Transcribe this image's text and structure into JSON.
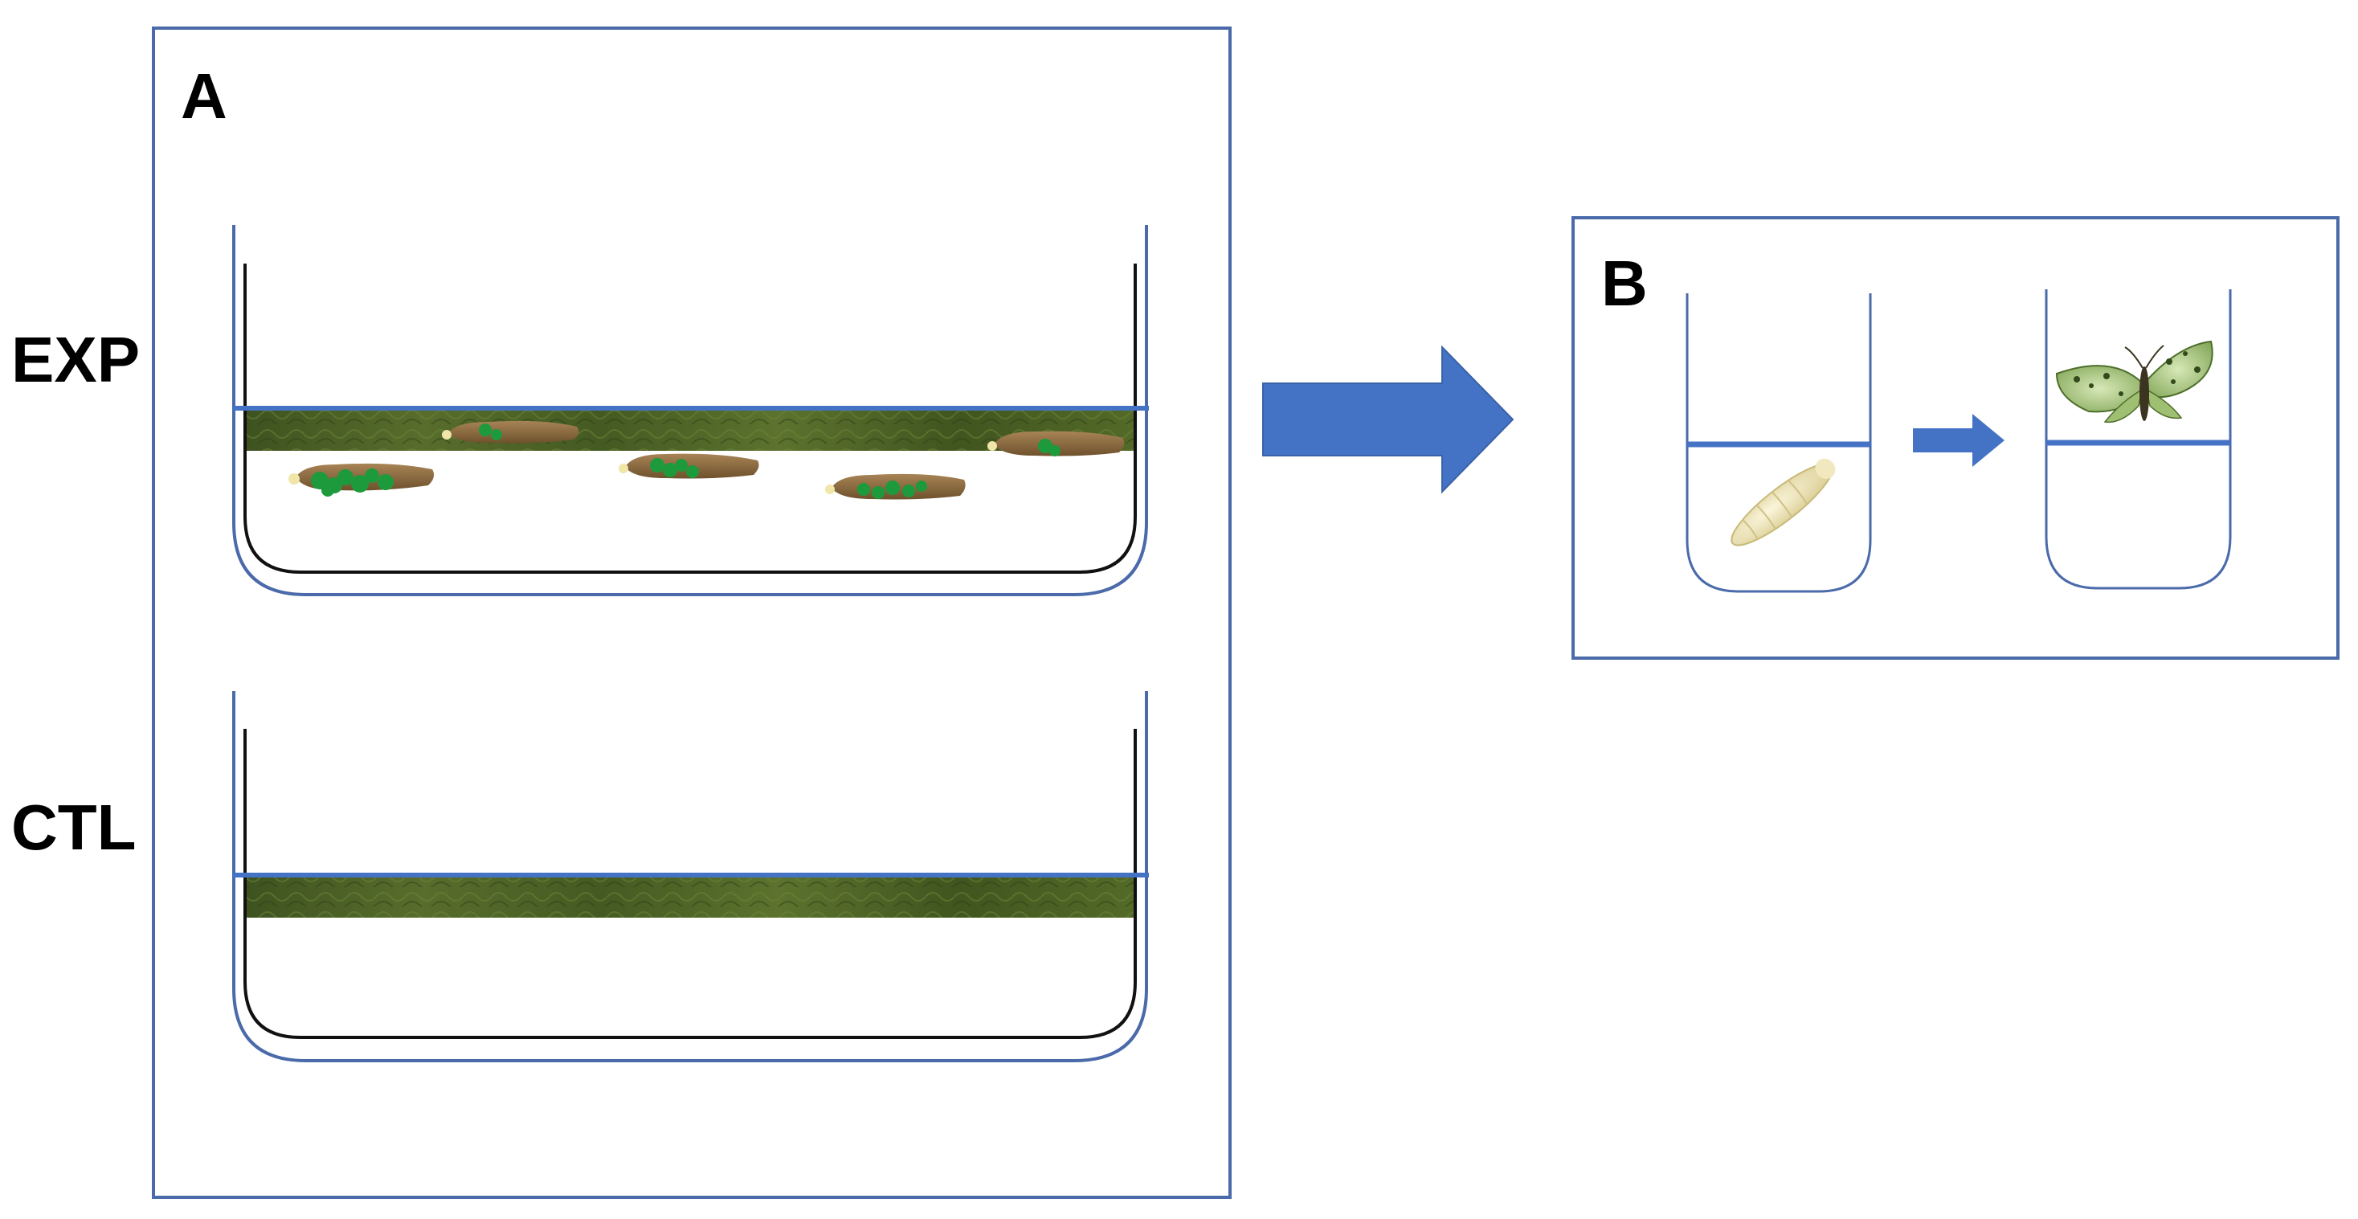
{
  "panel_a": {
    "label": "A"
  },
  "panel_b": {
    "label": "B"
  },
  "rows": {
    "exp": "EXP",
    "ctl": "CTL"
  },
  "colors": {
    "frame": "#4a6aaa",
    "water_line": "#4472c4",
    "arrow": "#4472c4",
    "dish_inner": "#111111",
    "leaf_dark": "#3c4f1e",
    "leaf_mid": "#566b2a",
    "larva_body": "#8a6a3e",
    "larva_green": "#1d9a3c",
    "pupa": "#ece2b4",
    "moth": "#a5c77a"
  },
  "icons": {
    "dish_exp": "petri-dish-icon",
    "dish_ctl": "petri-dish-icon",
    "main_arrow": "right-arrow-icon",
    "small_arrow": "right-arrow-icon",
    "larvae": "caterpillar-icon",
    "pupa": "pupa-icon",
    "moth": "moth-icon",
    "tube": "test-tube-icon"
  }
}
